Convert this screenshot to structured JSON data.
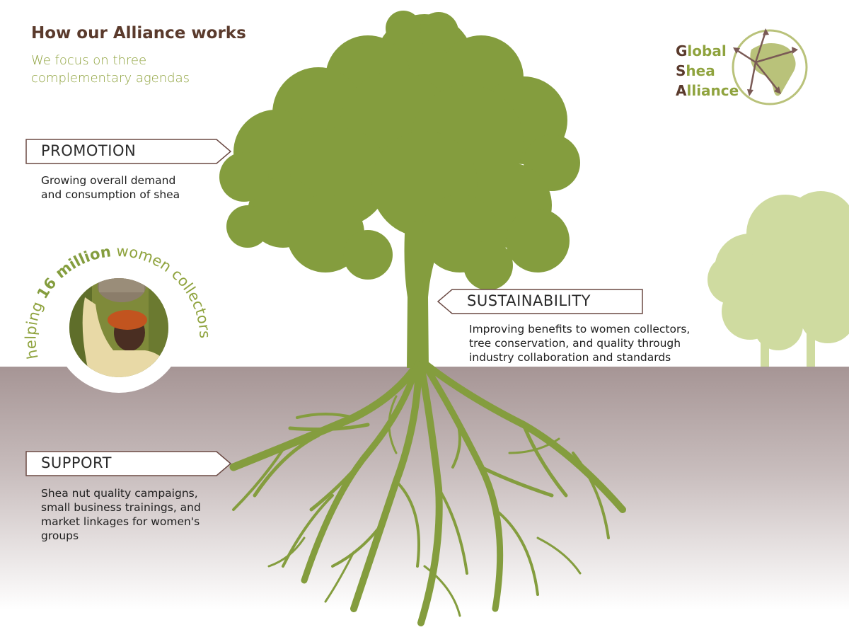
{
  "header": {
    "title": "How our Alliance works",
    "subtitle": "We focus on three complementary agendas"
  },
  "logo": {
    "lines": [
      {
        "first": "G",
        "rest": "lobal"
      },
      {
        "first": "S",
        "rest": "hea"
      },
      {
        "first": "A",
        "rest": "lliance"
      }
    ],
    "icon": "africa-map-icon"
  },
  "agendas": {
    "promotion": {
      "label": "PROMOTION",
      "description_lines": [
        "Growing overall demand",
        "and consumption of shea"
      ]
    },
    "sustainability": {
      "label": "SUSTAINABILITY",
      "description_lines": [
        "Improving benefits to women collectors,",
        "tree conservation, and quality through",
        "industry collaboration and standards"
      ]
    },
    "support": {
      "label": "SUPPORT",
      "description_lines": [
        "Shea nut quality campaigns,",
        "small business trainings, and",
        "market linkages for women's",
        "groups"
      ]
    }
  },
  "badge": {
    "text_before": "helping ",
    "text_bold": "16 million",
    "text_after": " women collectors",
    "photo": "woman-collector-photo"
  },
  "colors": {
    "tree": "#849d3e",
    "tree_light": "#cfdba0",
    "brown": "#5a3a2c",
    "accent_green": "#8fa33e",
    "ground_top": "#a69595"
  }
}
